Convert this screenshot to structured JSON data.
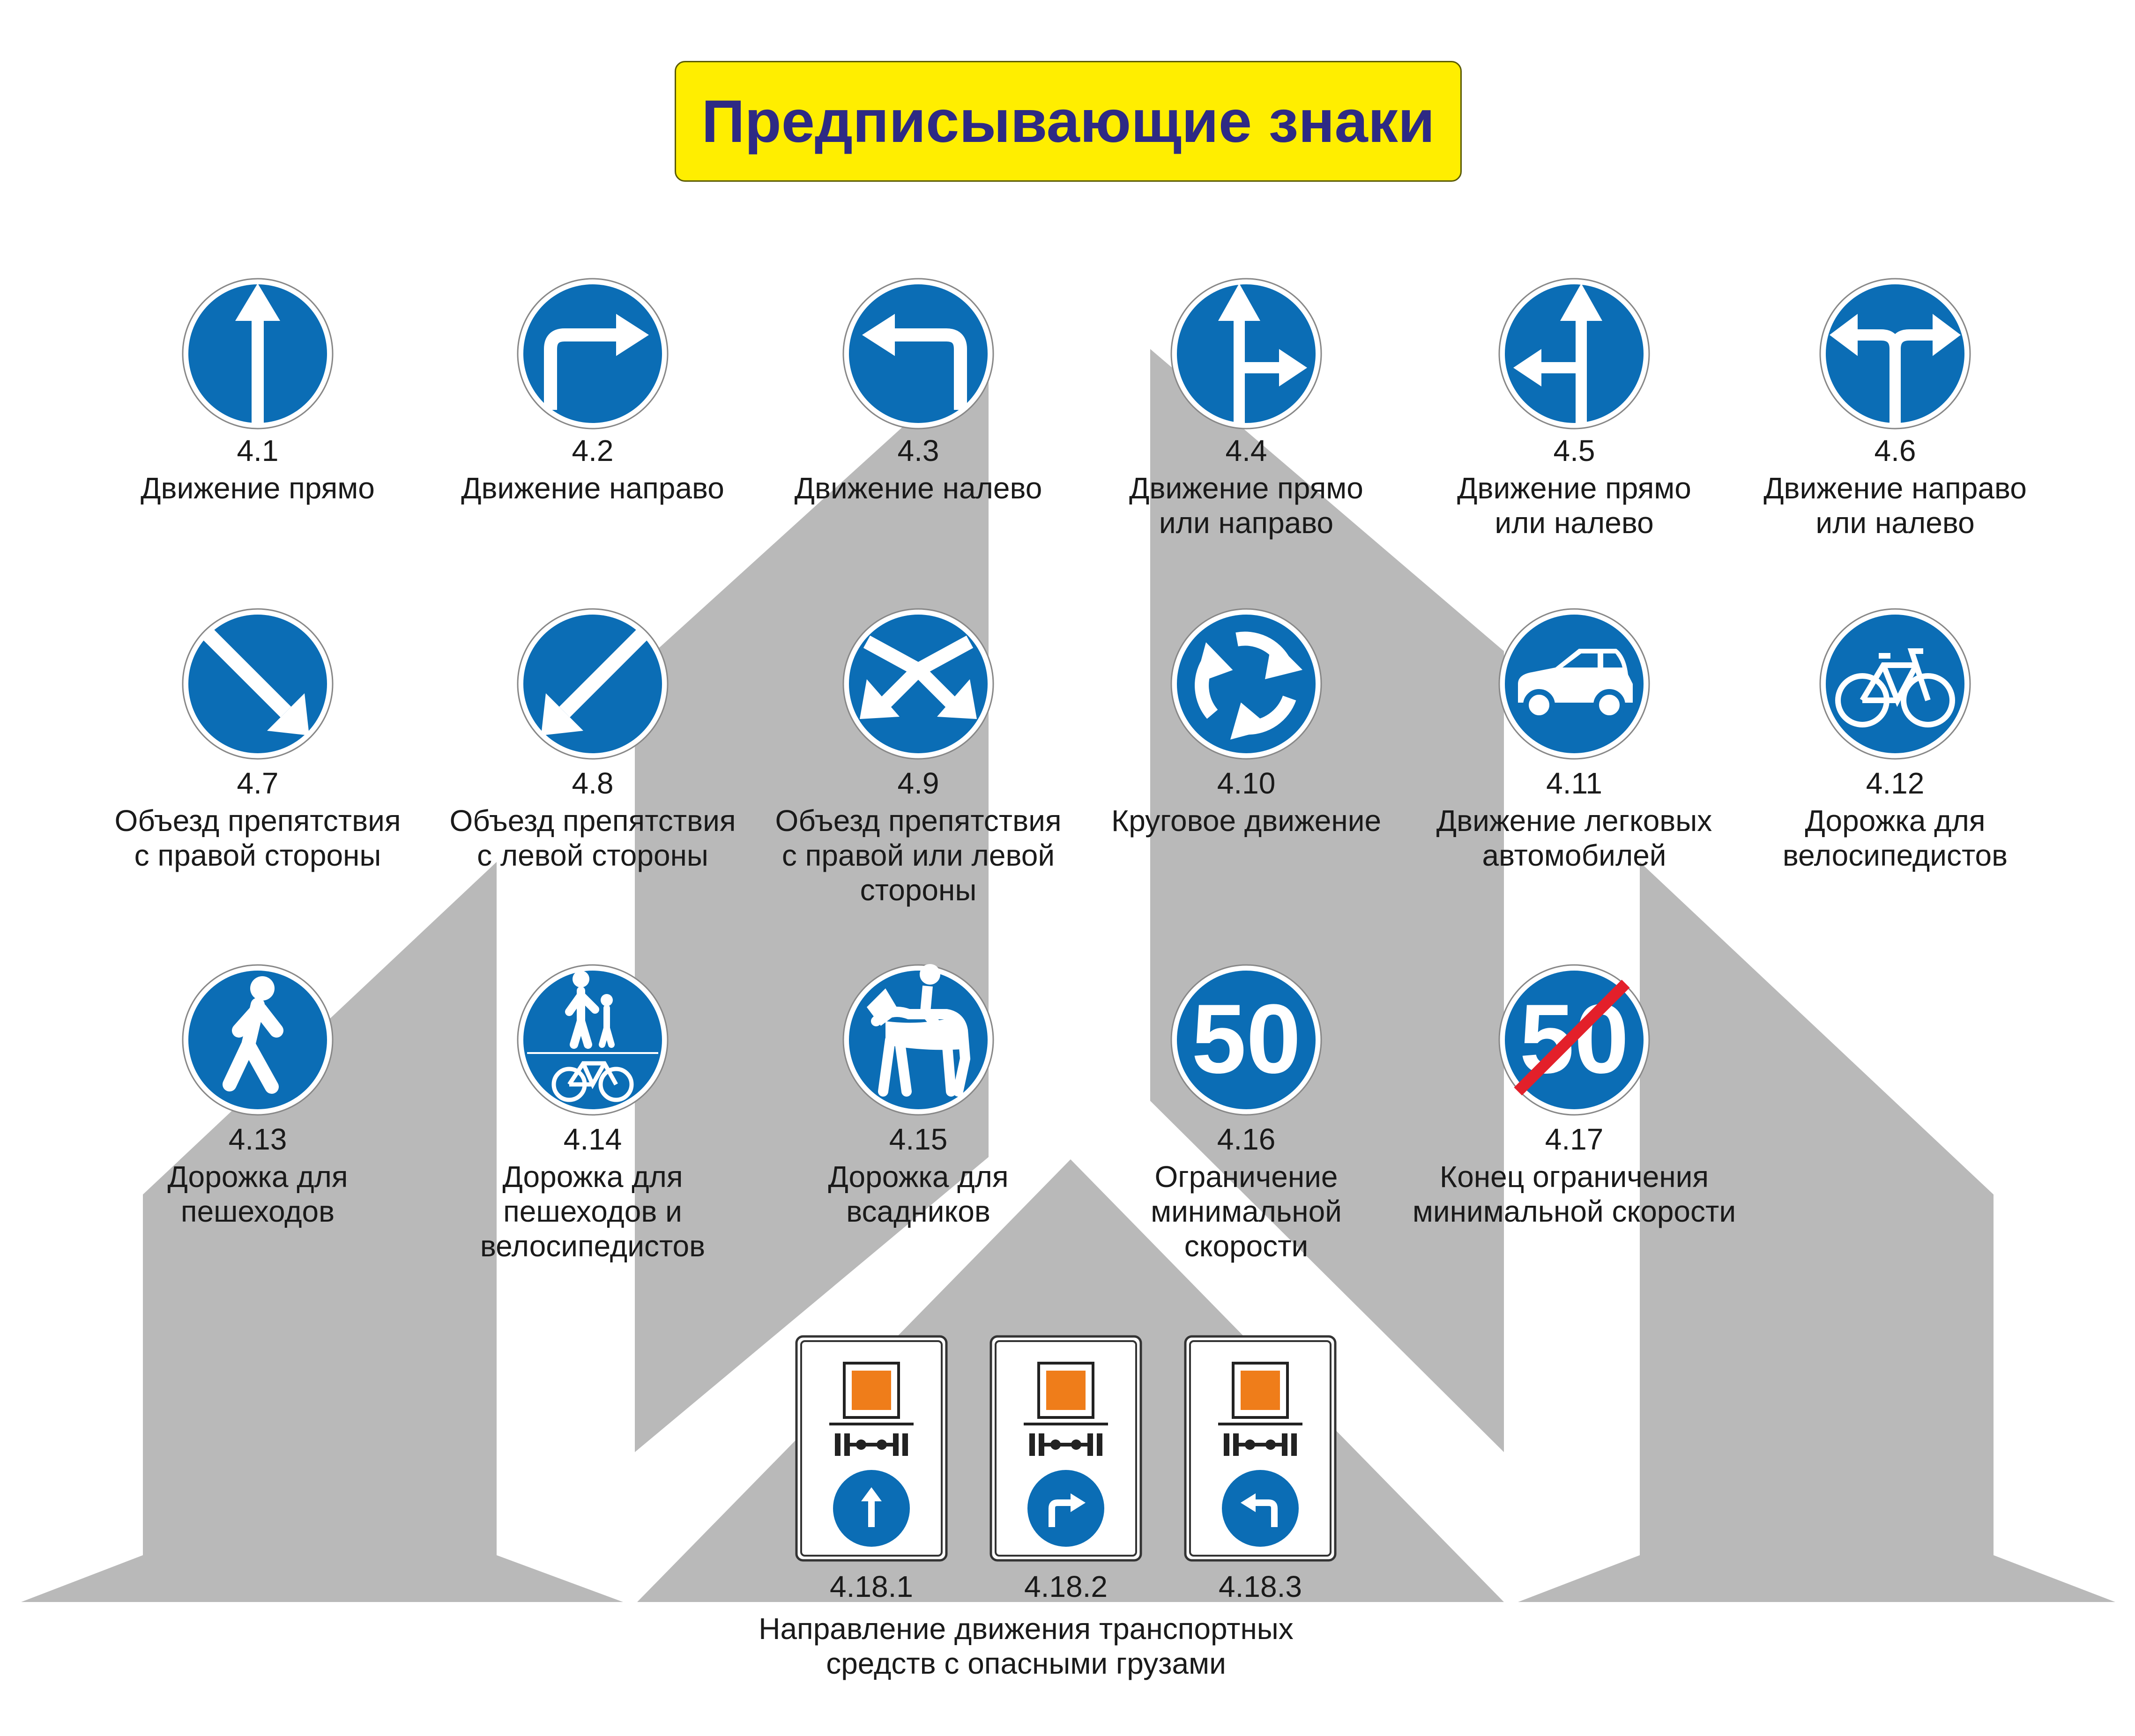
{
  "title": "Предписывающие знаки",
  "colors": {
    "sign_blue": "#0b6db5",
    "title_bg": "#ffee00",
    "title_text": "#2e2a84",
    "road_gray": "#b9b9b9",
    "hazard_orange": "#ef7d1a",
    "end_stripe": "#e3202a"
  },
  "signs": [
    {
      "num": "4.1",
      "caption": "Движение прямо",
      "icon": "arrow-straight-icon"
    },
    {
      "num": "4.2",
      "caption": "Движение направо",
      "icon": "arrow-right-turn-icon"
    },
    {
      "num": "4.3",
      "caption": "Движение налево",
      "icon": "arrow-left-turn-icon"
    },
    {
      "num": "4.4",
      "caption": "Движение прямо\nили направо",
      "icon": "arrow-straight-right-icon"
    },
    {
      "num": "4.5",
      "caption": "Движение прямо\nили налево",
      "icon": "arrow-straight-left-icon"
    },
    {
      "num": "4.6",
      "caption": "Движение направо\nили налево",
      "icon": "arrow-right-left-icon"
    },
    {
      "num": "4.7",
      "caption": "Объезд препятствия\nс правой стороны",
      "icon": "arrow-down-right-icon"
    },
    {
      "num": "4.8",
      "caption": "Объезд препятствия\nс левой стороны",
      "icon": "arrow-down-left-icon"
    },
    {
      "num": "4.9",
      "caption": "Объезд препятствия\nс правой или левой\nстороны",
      "icon": "arrow-down-both-icon"
    },
    {
      "num": "4.10",
      "caption": "Круговое движение",
      "icon": "roundabout-icon"
    },
    {
      "num": "4.11",
      "caption": "Движение легковых\nавтомобилей",
      "icon": "car-icon"
    },
    {
      "num": "4.12",
      "caption": "Дорожка для\nвелосипедистов",
      "icon": "bicycle-icon"
    },
    {
      "num": "4.13",
      "caption": "Дорожка для\nпешеходов",
      "icon": "pedestrian-icon"
    },
    {
      "num": "4.14",
      "caption": "Дорожка для\nпешеходов и\nвелосипедистов",
      "icon": "pedestrian-bicycle-icon"
    },
    {
      "num": "4.15",
      "caption": "Дорожка для\nвсадников",
      "icon": "horse-rider-icon"
    },
    {
      "num": "4.16",
      "caption": "Ограничение\nминимальной\nскорости",
      "icon": "min-speed-icon",
      "value": "50"
    },
    {
      "num": "4.17",
      "caption": "Конец ограничения\nминимальной скорости",
      "icon": "end-min-speed-icon",
      "value": "50"
    }
  ],
  "hazard_signs": [
    {
      "num": "4.18.1",
      "icon": "hazard-straight-icon"
    },
    {
      "num": "4.18.2",
      "icon": "hazard-right-icon"
    },
    {
      "num": "4.18.3",
      "icon": "hazard-left-icon"
    }
  ],
  "hazard_caption": "Направление движения транспортных\nсредств с опасными грузами"
}
